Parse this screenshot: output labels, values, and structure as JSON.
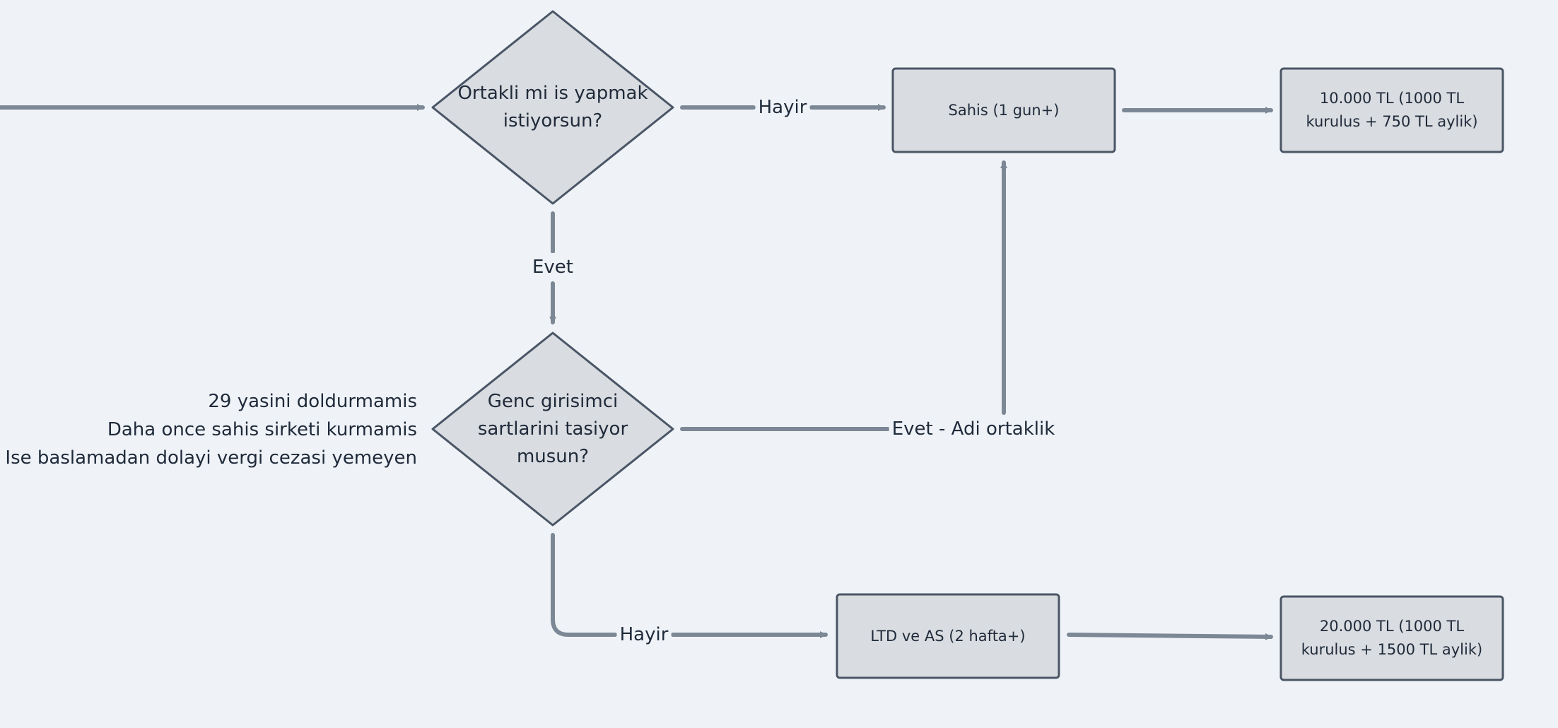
{
  "diagram": {
    "nodes": {
      "q_partner": {
        "shape": "diamond",
        "text": "Ortakli mi is yapmak istiyorsun?"
      },
      "q_young": {
        "shape": "diamond",
        "text": "Genc girisimci sartlarini tasiyor musun?"
      },
      "sahis": {
        "shape": "box",
        "text": "Sahis (1 gun+)"
      },
      "cost_sahis": {
        "shape": "box",
        "text": "10.000 TL (1000 TL kurulus + 750 TL aylik)"
      },
      "ltd_as": {
        "shape": "box",
        "text": "LTD ve AS (2 hafta+)"
      },
      "cost_ltd": {
        "shape": "box",
        "text": "20.000 TL  (1000 TL kurulus + 1500 TL aylik)"
      }
    },
    "edges": [
      {
        "from": "start",
        "to": "q_partner",
        "label": ""
      },
      {
        "from": "q_partner",
        "to": "sahis",
        "label": "Hayir"
      },
      {
        "from": "q_partner",
        "to": "q_young",
        "label": "Evet"
      },
      {
        "from": "q_young",
        "to": "sahis",
        "label": "Evet - Adi ortaklik"
      },
      {
        "from": "q_young",
        "to": "ltd_as",
        "label": "Hayir"
      },
      {
        "from": "sahis",
        "to": "cost_sahis",
        "label": ""
      },
      {
        "from": "ltd_as",
        "to": "cost_ltd",
        "label": ""
      }
    ],
    "criteria_note": [
      "29 yasini doldurmamis",
      "Daha once sahis sirketi kurmamis",
      "Ise baslamadan dolayi vergi cezasi yemeyen"
    ]
  },
  "colors": {
    "background": "#eff3f7",
    "shape_fill": "#d9dce0",
    "shape_stroke": "#4a5566",
    "arrow": "#7d8896",
    "text": "#1f2a3a"
  }
}
